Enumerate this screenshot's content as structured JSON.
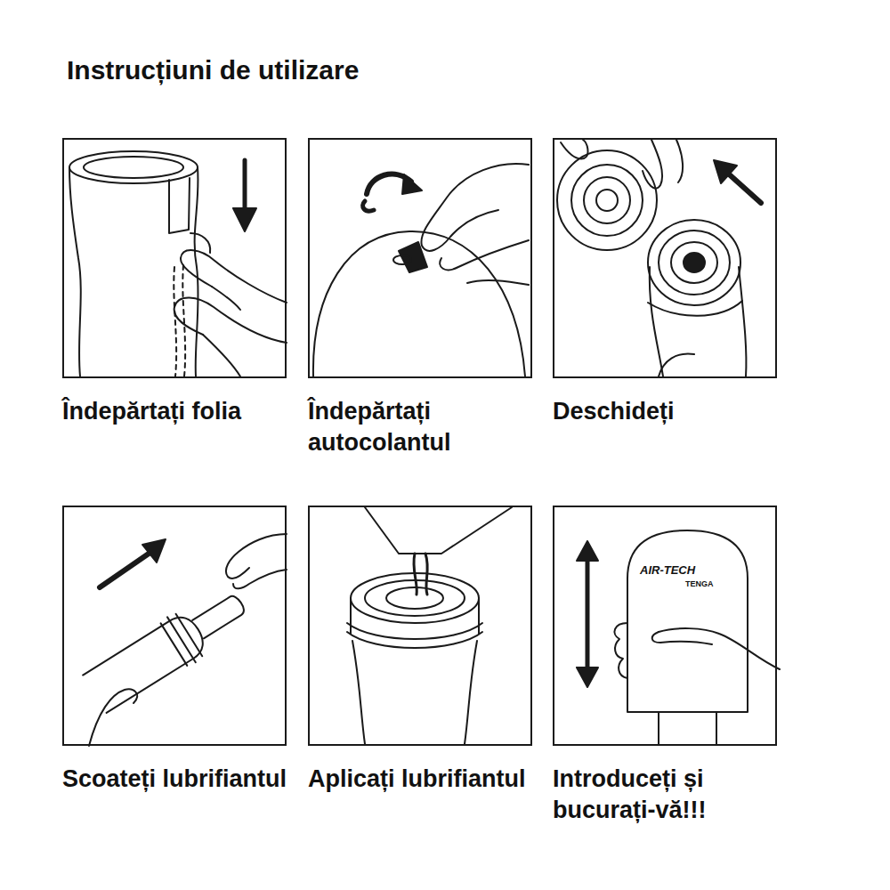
{
  "diagram": {
    "title": "Instrucțiuni de utilizare",
    "nodes": [
      {
        "text": [
          "Îndepărtați folia"
        ]
      },
      {
        "text": [
          "Îndepărtați autocolantul"
        ]
      },
      {
        "text": [
          "Deschideți"
        ]
      },
      {
        "text": [
          "Scoateți lubrifiantul"
        ]
      },
      {
        "text": [
          "Aplicați lubrifiantul"
        ]
      },
      {
        "text": [
          "Introduceți și bucurați-vă!!!"
        ]
      }
    ],
    "labels": [
      "AIR-TECH",
      "TENGA"
    ]
  }
}
